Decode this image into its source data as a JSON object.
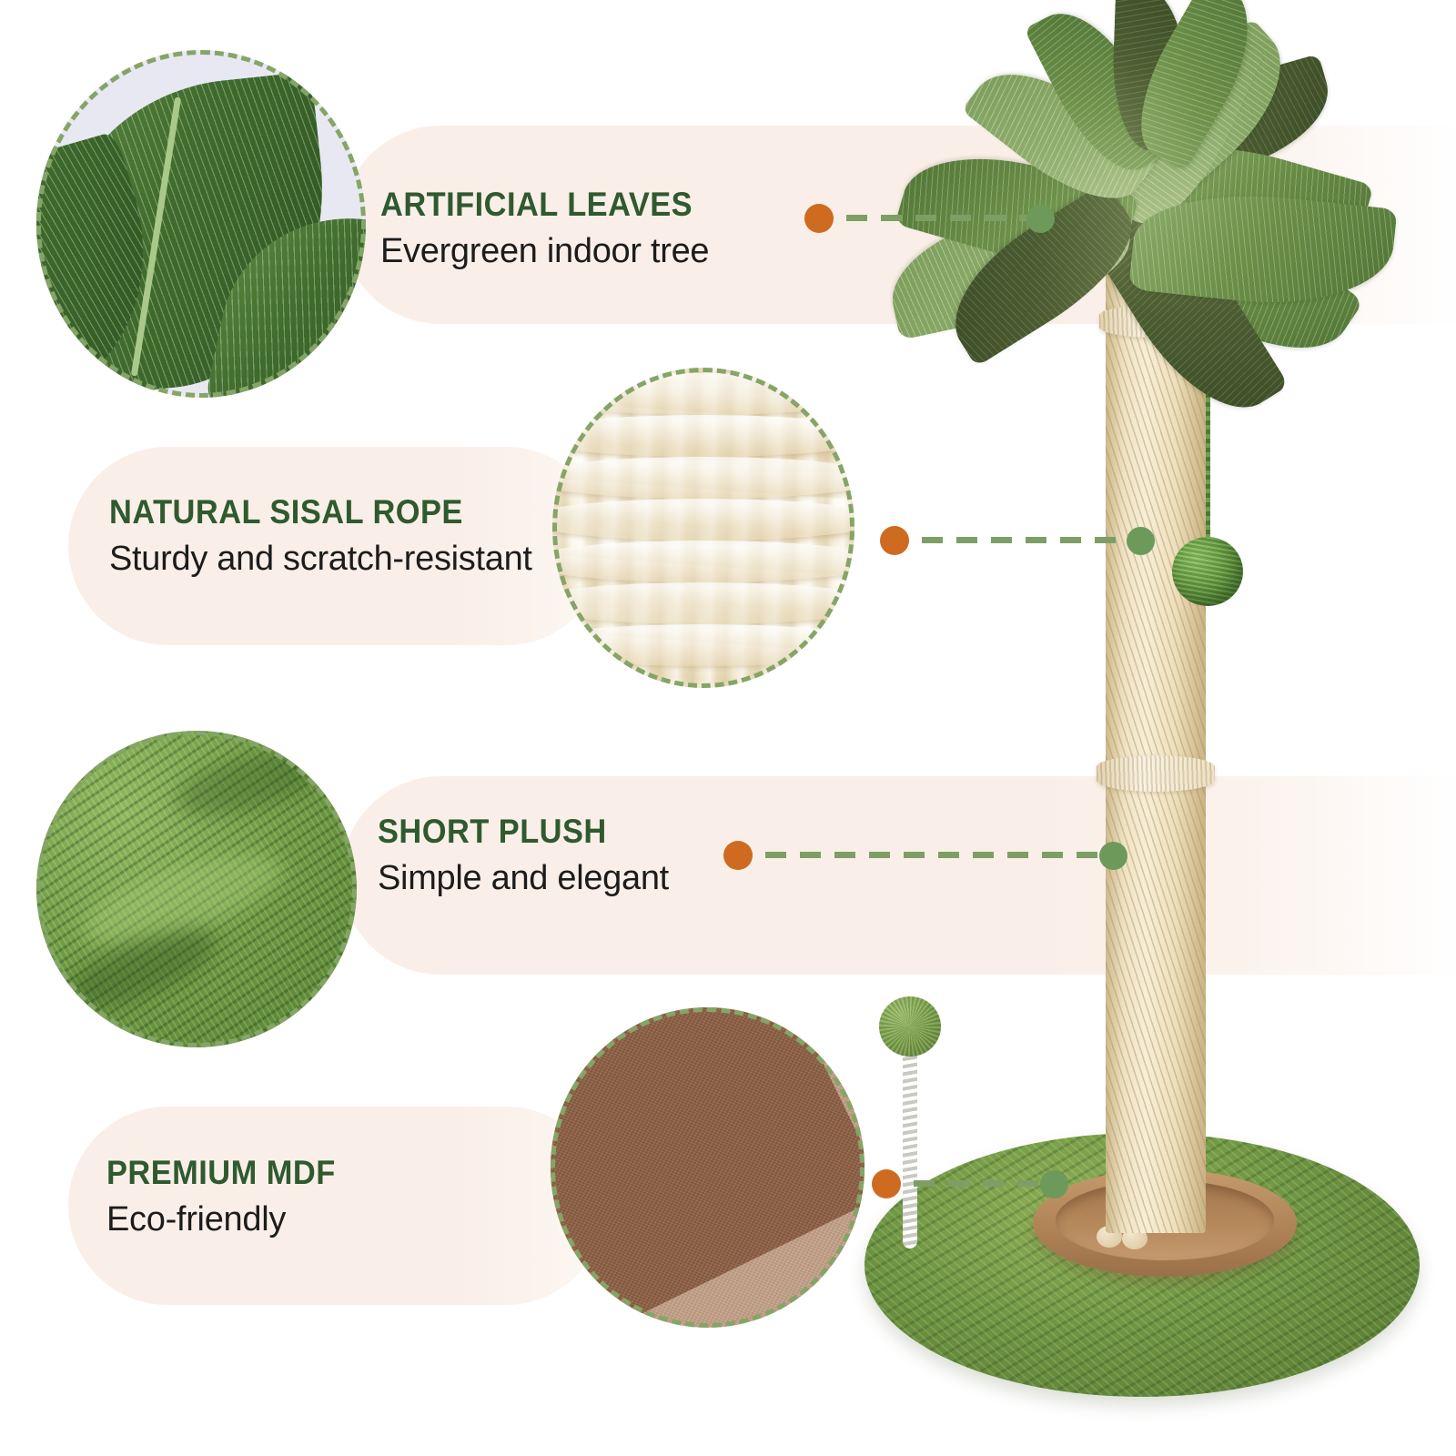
{
  "page": {
    "type": "product-feature-infographic",
    "product": "palm-tree-cat-scratching-post",
    "background_color": "#ffffff"
  },
  "colors": {
    "title_green": "#2f5a2f",
    "subtitle_black": "#1c1c1c",
    "pill_cream": "#faefe8",
    "dash_green": "#7d9f66",
    "dot_orange": "#ce6b21",
    "dot_green": "#6d9a5b",
    "circle_border_green": "#85a567"
  },
  "features": [
    {
      "id": "artificial-leaves",
      "title": "ARTIFICIAL LEAVES",
      "subtitle": "Evergreen indoor tree",
      "swatch": "green-leaf-closeup",
      "side": "left-circle"
    },
    {
      "id": "natural-sisal-rope",
      "title": "NATURAL SISAL ROPE",
      "subtitle": "Sturdy and scratch-resistant",
      "swatch": "cream-sisal-rope-closeup",
      "side": "right-circle"
    },
    {
      "id": "short-plush",
      "title": "SHORT PLUSH",
      "subtitle": "Simple and elegant",
      "swatch": "green-plush-fabric-closeup",
      "side": "left-circle"
    },
    {
      "id": "premium-mdf",
      "title": "PREMIUM MDF",
      "subtitle": "Eco-friendly",
      "swatch": "two-tone-brown-mdf-board-closeup",
      "side": "right-circle"
    }
  ],
  "connectors": [
    {
      "id": "connector-leaves",
      "start_icon": "orange-dot",
      "end_icon": "green-dot",
      "target": "palm-crown-leaves"
    },
    {
      "id": "connector-rope",
      "start_icon": "orange-dot",
      "end_icon": "green-dot",
      "target": "sisal-wrapped-post"
    },
    {
      "id": "connector-plush",
      "start_icon": "orange-dot",
      "end_icon": "green-dot",
      "target": "plush-base-mat"
    },
    {
      "id": "connector-mdf",
      "start_icon": "orange-dot",
      "end_icon": "green-dot",
      "target": "mdf-ball-track-base"
    }
  ],
  "product_parts": [
    {
      "id": "palm-leaf-crown",
      "label": "artificial palm leaf crown"
    },
    {
      "id": "sisal-post",
      "label": "sisal rope wrapped post"
    },
    {
      "id": "hanging-ball-toy",
      "label": "hanging green sisal ball on string"
    },
    {
      "id": "spring-pom-toy",
      "label": "spring pom-pom toy"
    },
    {
      "id": "ball-track",
      "label": "brown MDF circular ball track"
    },
    {
      "id": "plush-base",
      "label": "green plush round base"
    }
  ]
}
